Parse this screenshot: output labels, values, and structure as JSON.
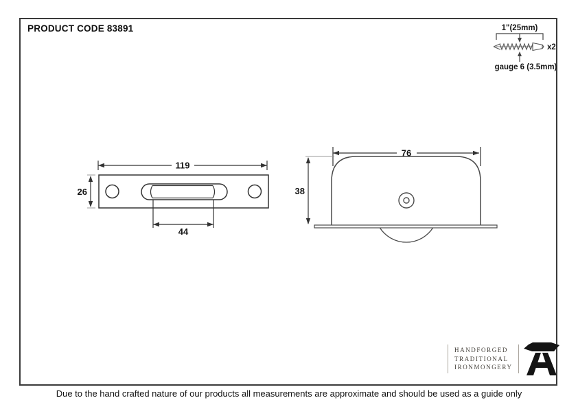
{
  "header": {
    "product_code": "PRODUCT CODE 83891"
  },
  "screw_spec": {
    "length": "1\"(25mm)",
    "quantity": "x2",
    "gauge": "gauge 6 (3.5mm)"
  },
  "front_view": {
    "width_mm": "119",
    "height_mm": "26",
    "wheel_width_mm": "44"
  },
  "side_view": {
    "width_mm": "76",
    "height_mm": "38"
  },
  "logo": {
    "line1": "HANDFORGED",
    "line2": "TRADITIONAL",
    "line3": "IRONMONGERY"
  },
  "footer": {
    "disclaimer": "Due to the hand crafted nature of our products all measurements are approximate and should be used as a guide only"
  },
  "colors": {
    "line": "#333333",
    "frame": "#3a3a3a",
    "extension": "#9a9a9a",
    "logo_ink": "#44403a"
  }
}
